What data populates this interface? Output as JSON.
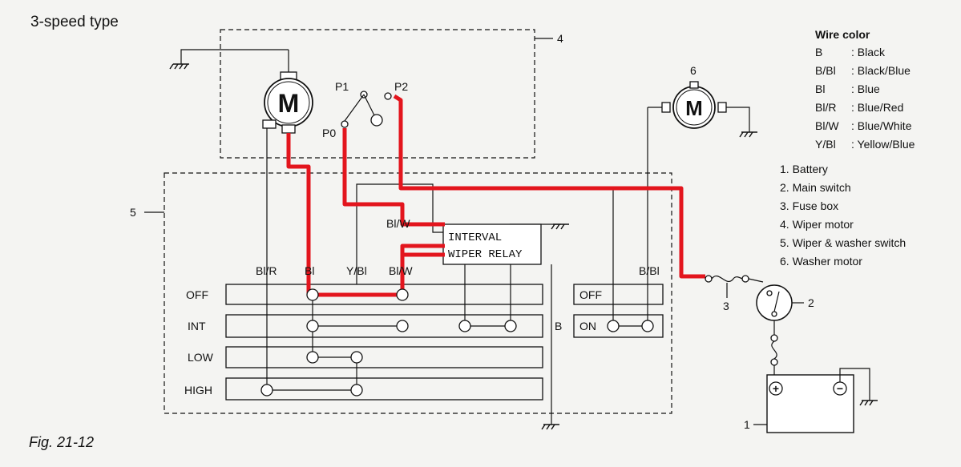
{
  "title": "3-speed type",
  "figure_caption": "Fig. 21-12",
  "wire_color_legend": {
    "heading": "Wire color",
    "entries": [
      {
        "code": "B",
        "name": ": Black"
      },
      {
        "code": "B/Bl",
        "name": ": Black/Blue"
      },
      {
        "code": "Bl",
        "name": ": Blue"
      },
      {
        "code": "Bl/R",
        "name": ": Blue/Red"
      },
      {
        "code": "Bl/W",
        "name": ": Blue/White"
      },
      {
        "code": "Y/Bl",
        "name": ": Yellow/Blue"
      }
    ]
  },
  "parts_legend": [
    "1.  Battery",
    "2.  Main switch",
    "3.  Fuse box",
    "4.  Wiper motor",
    "5.  Wiper & washer switch",
    "6.  Washer motor"
  ],
  "callouts": {
    "c1": "1",
    "c2": "2",
    "c3": "3",
    "c4": "4",
    "c5": "5",
    "c6": "6"
  },
  "motor_symbol": "M",
  "terminals": {
    "p0": "P0",
    "p1": "P1",
    "p2": "P2"
  },
  "relay": {
    "line1": "INTERVAL",
    "line2": "WIPER RELAY"
  },
  "wire_labels": {
    "bl_r": "Bl/R",
    "bl": "Bl",
    "y_bl": "Y/Bl",
    "bl_w_top": "Bl/W",
    "bl_w": "Bl/W",
    "b_bl": "B/Bl",
    "b": "B"
  },
  "switch_positions": [
    "OFF",
    "INT",
    "LOW",
    "HIGH"
  ],
  "washer_positions": [
    "OFF",
    "ON"
  ],
  "battery_terminals": {
    "plus": "+",
    "minus": "−"
  },
  "colors": {
    "energized_wire": "#e3151d",
    "line": "#111111",
    "paper": "#f4f4f2"
  }
}
